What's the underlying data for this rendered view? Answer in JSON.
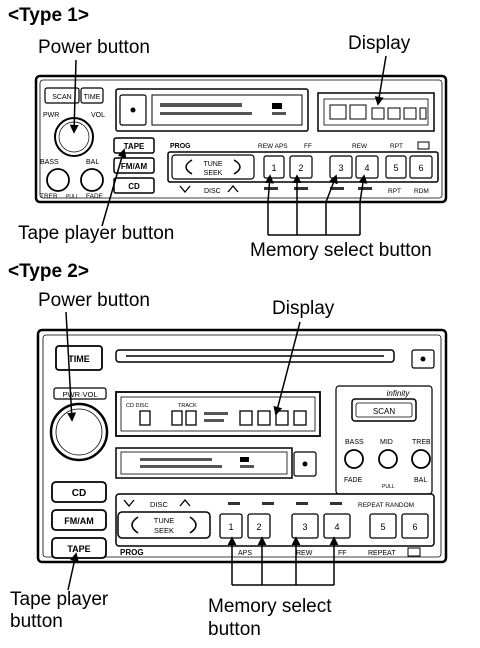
{
  "type1": {
    "heading": "<Type 1>",
    "power_label": "Power button",
    "display_label": "Display",
    "tape_label": "Tape player button",
    "memory_label": "Memory select button",
    "keys": {
      "scan": "SCAN",
      "time": "TIME",
      "pwr": "PWR",
      "vol": "VOL",
      "bass": "BASS",
      "bal": "BAL",
      "treb": "TREB",
      "fade": "FADE",
      "pull": "PULL",
      "tape": "TAPE",
      "fmam": "FM/AM",
      "cd": "CD",
      "prog": "PROG",
      "tune": "TUNE",
      "seek": "SEEK",
      "disc": "DISC",
      "rew_aps": "REW APS",
      "ff": "FF",
      "rew": "REW",
      "rpt": "RPT",
      "rdm": "RDM",
      "m1": "1",
      "m2": "2",
      "m3": "3",
      "m4": "4",
      "m5": "5",
      "m6": "6"
    }
  },
  "type2": {
    "heading": "<Type 2>",
    "power_label": "Power button",
    "display_label": "Display",
    "tape_label_line1": "Tape player",
    "tape_label_line2": "button",
    "memory_label_line1": "Memory select",
    "memory_label_line2": "button",
    "keys": {
      "time": "TIME",
      "pwr_vol": "PWR·VOL",
      "cd": "CD",
      "fmam": "FM/AM",
      "tape": "TAPE",
      "scan": "SCAN",
      "brand": "infinity",
      "bass": "BASS",
      "mid": "MID",
      "treb": "TREB",
      "fade": "FADE",
      "bal": "BAL",
      "pull": "PULL",
      "disc": "DISC",
      "repeat_random": "REPEAT RANDOM",
      "tune": "TUNE",
      "seek": "SEEK",
      "prog": "PROG",
      "aps": "APS",
      "rew": "REW",
      "ff": "FF",
      "repeat": "REPEAT",
      "track": "TRACK",
      "cd_disc": "CD DISC",
      "m1": "1",
      "m2": "2",
      "m3": "3",
      "m4": "4",
      "m5": "5",
      "m6": "6"
    }
  }
}
